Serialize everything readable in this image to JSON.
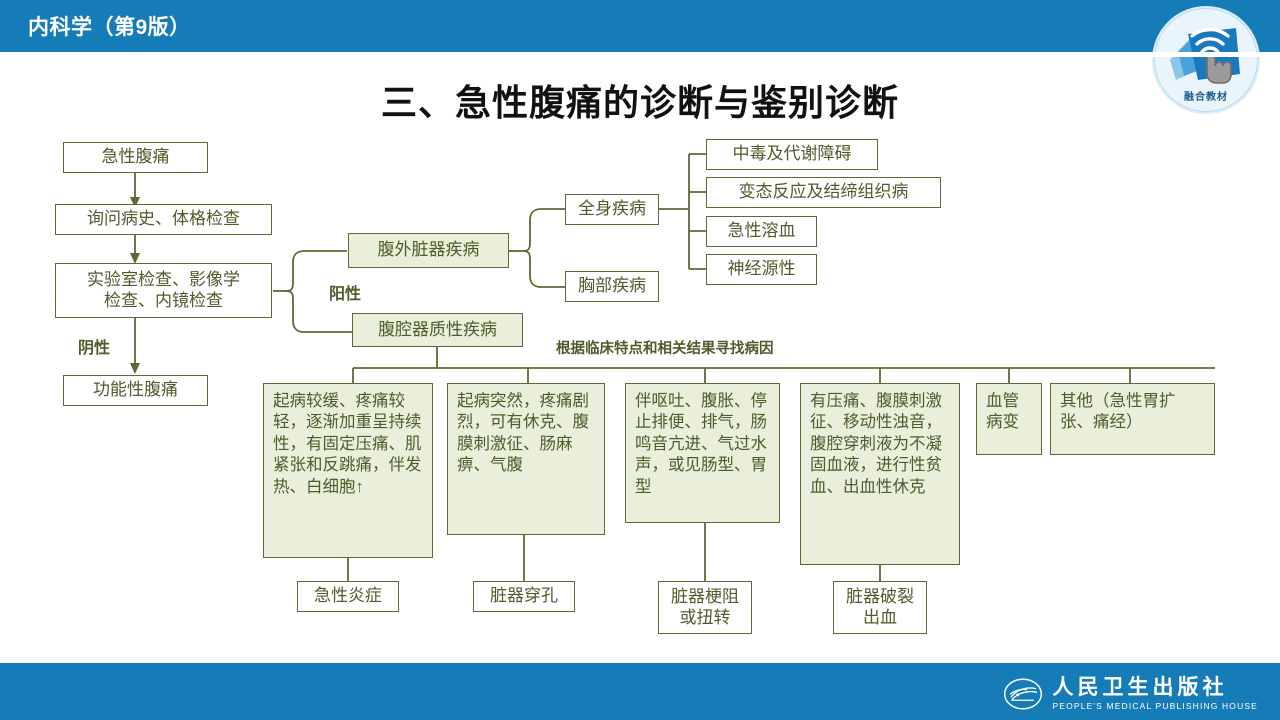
{
  "header": {
    "title": "内科学（第9版）",
    "bar_color": "#157cb8",
    "badge_text": "融合教材",
    "badge_icon": "wifi-touch-book-icon"
  },
  "slide": {
    "title": "三、急性腹痛的诊断与鉴别诊断",
    "box_fill": "#e9efda",
    "box_border": "#5c6b35",
    "text_color": "#4e5c2c"
  },
  "flow": {
    "left_chain": [
      {
        "id": "acute-abdominal-pain",
        "label": "急性腹痛"
      },
      {
        "id": "history-physical-exam",
        "label": "询问病史、体格检查"
      },
      {
        "id": "lab-imaging-endoscopy",
        "label": "实验室检查、影像学\n检查、内镜检查"
      },
      {
        "id": "functional-abdominal-pain",
        "label": "功能性腹痛"
      }
    ],
    "branch_labels": {
      "negative": "阴性",
      "positive": "阳性"
    },
    "positive_branches": [
      {
        "id": "extra-abdominal-organ-disease",
        "label": "腹外脏器疾病"
      },
      {
        "id": "abdominal-organic-disease",
        "label": "腹腔器质性疾病"
      }
    ],
    "extra_abdominal_children": [
      {
        "id": "systemic-disease",
        "label": "全身疾病"
      },
      {
        "id": "chest-disease",
        "label": "胸部疾病"
      }
    ],
    "systemic_disease_children": [
      {
        "id": "poisoning-metabolic-disorder",
        "label": "中毒及代谢障碍"
      },
      {
        "id": "allergy-connective-tissue-disease",
        "label": "变态反应及结缔组织病"
      },
      {
        "id": "acute-hemolysis",
        "label": "急性溶血"
      },
      {
        "id": "neurogenic",
        "label": "神经源性"
      }
    ],
    "cause_search_note": "根据临床特点和相关结果寻找病因",
    "feature_boxes": [
      {
        "id": "feature-inflammation",
        "text": "起病较缓、疼痛较轻，逐渐加重呈持续性，有固定压痛、肌紧张和反跳痛，伴发热、白细胞↑"
      },
      {
        "id": "feature-perforation",
        "text": "起病突然，疼痛剧烈，可有休克、腹膜刺激征、肠麻痹、气腹"
      },
      {
        "id": "feature-obstruction",
        "text": "伴呕吐、腹胀、停止排便、排气，肠鸣音亢进、气过水声，或见肠型、胃型"
      },
      {
        "id": "feature-rupture",
        "text": "有压痛、腹膜刺激征、移动性浊音，腹腔穿刺液为不凝固血液，进行性贫血、出血性休克"
      },
      {
        "id": "feature-vascular",
        "text": "血管病变"
      },
      {
        "id": "feature-other",
        "text": "其他（急性胃扩张、痛经）"
      }
    ],
    "conclusion_boxes": [
      {
        "id": "acute-inflammation",
        "label": "急性炎症"
      },
      {
        "id": "organ-perforation",
        "label": "脏器穿孔"
      },
      {
        "id": "organ-obstruction-torsion",
        "label": "脏器梗阻\n或扭转"
      },
      {
        "id": "organ-rupture-bleeding",
        "label": "脏器破裂\n出血"
      }
    ]
  },
  "footer": {
    "publisher_cn": "人民卫生出版社",
    "publisher_en": "PEOPLE'S MEDICAL PUBLISHING HOUSE",
    "logo_icon": "pmph-wave-logo-icon"
  }
}
